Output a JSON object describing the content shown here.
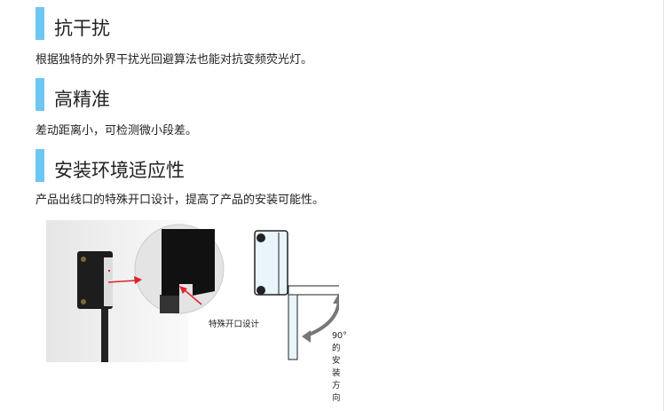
{
  "sections": [
    {
      "title": "抗干扰",
      "body": "根据独特的外界干扰光回避算法也能对抗变频荧光灯。"
    },
    {
      "title": "高精准",
      "body": "差动距离小，可检测微小段差。"
    },
    {
      "title": "安装环境适应性",
      "body": "产品出线口的特殊开口设计，提高了产品的安装可能性。"
    }
  ],
  "figure": {
    "callout_label": "特殊开口设计",
    "rotation_label": "90°的安装方向"
  },
  "colors": {
    "accent": "#6ec6f3",
    "arrow": "#e0202a"
  }
}
